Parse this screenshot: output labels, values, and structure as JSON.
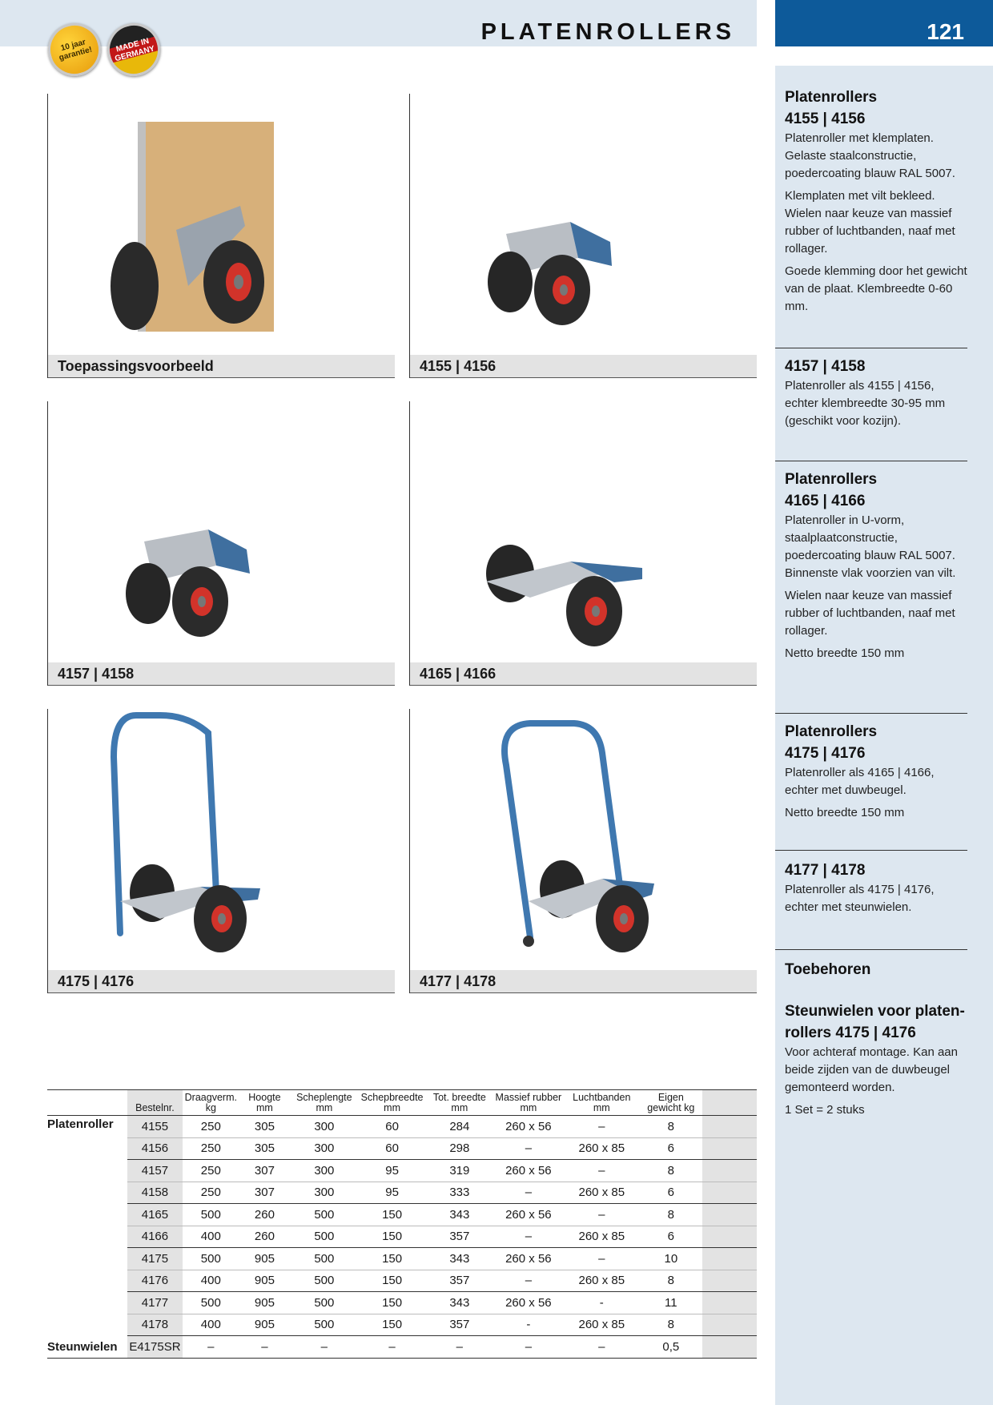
{
  "header": {
    "title": "PLATENROLLERS",
    "page_number": "121",
    "badges": {
      "warranty": "10 jaar garantie!",
      "origin": "MADE IN GERMANY"
    }
  },
  "panels": [
    {
      "caption": "Toepassingsvoorbeeld"
    },
    {
      "caption": "4155 | 4156"
    },
    {
      "caption": "4157 | 4158"
    },
    {
      "caption": "4165 | 4166"
    },
    {
      "caption": "4175 | 4176"
    },
    {
      "caption": "4177 | 4178"
    }
  ],
  "sidebar": {
    "b1": {
      "title": "Platenrollers",
      "subtitle": "4155 | 4156",
      "p1": "Platenroller met klemplaten. Gelaste staalconstructie, poedercoating blauw RAL 5007.",
      "p2": "Klemplaten met vilt bekleed. Wielen naar keuze van massief rubber of luchtbanden, naaf met rollager.",
      "p3": "Goede klemming door het gewicht van de plaat. Klembreedte 0-60 mm."
    },
    "b2": {
      "subtitle": "4157 | 4158",
      "p1": "Platenroller als 4155 | 4156, echter klembreedte 30-95 mm (geschikt voor kozijn)."
    },
    "b3": {
      "title": "Platenrollers",
      "subtitle": "4165 | 4166",
      "p1": "Platenroller in U-vorm, staalplaatconstructie, poedercoating blauw RAL 5007. Binnenste vlak voorzien van vilt.",
      "p2": "Wielen naar keuze van massief rubber of luchtbanden, naaf met rollager.",
      "p3": "Netto breedte 150 mm"
    },
    "b4": {
      "title": "Platenrollers",
      "subtitle": "4175 | 4176",
      "p1": "Platenroller als 4165 | 4166, echter met duwbeugel.",
      "p2": "Netto breedte 150 mm"
    },
    "b5": {
      "subtitle": "4177 | 4178",
      "p1": "Platenroller als 4175 | 4176, echter met steunwielen."
    },
    "b6": {
      "title": "Toebehoren",
      "subtitle1": "Steunwielen voor platen-",
      "subtitle2": "rollers 4175 | 4176",
      "p1": "Voor achteraf montage. Kan aan beide zijden van de duwbeugel gemonteerd worden.",
      "p2": "1 Set = 2 stuks"
    }
  },
  "table": {
    "headers": [
      {
        "l1": "Bestelnr.",
        "l2": ""
      },
      {
        "l1": "Draagverm.",
        "l2": "kg"
      },
      {
        "l1": "Hoogte",
        "l2": "mm"
      },
      {
        "l1": "Scheplengte",
        "l2": "mm"
      },
      {
        "l1": "Schepbreedte",
        "l2": "mm"
      },
      {
        "l1": "Tot. breedte",
        "l2": "mm"
      },
      {
        "l1": "Massief rubber",
        "l2": "mm"
      },
      {
        "l1": "Luchtbanden",
        "l2": "mm"
      },
      {
        "l1": "Eigen",
        "l2": "gewicht kg"
      }
    ],
    "groups": {
      "platenroller": "Platenroller",
      "steunwielen": "Steunwielen"
    },
    "rows": [
      [
        "4155",
        "250",
        "305",
        "300",
        "60",
        "284",
        "260 x 56",
        "–",
        "8"
      ],
      [
        "4156",
        "250",
        "305",
        "300",
        "60",
        "298",
        "–",
        "260 x 85",
        "6"
      ],
      [
        "4157",
        "250",
        "307",
        "300",
        "95",
        "319",
        "260 x 56",
        "–",
        "8"
      ],
      [
        "4158",
        "250",
        "307",
        "300",
        "95",
        "333",
        "–",
        "260 x 85",
        "6"
      ],
      [
        "4165",
        "500",
        "260",
        "500",
        "150",
        "343",
        "260 x 56",
        "–",
        "8"
      ],
      [
        "4166",
        "400",
        "260",
        "500",
        "150",
        "357",
        "–",
        "260 x 85",
        "6"
      ],
      [
        "4175",
        "500",
        "905",
        "500",
        "150",
        "343",
        "260 x 56",
        "–",
        "10"
      ],
      [
        "4176",
        "400",
        "905",
        "500",
        "150",
        "357",
        "–",
        "260 x 85",
        "8"
      ],
      [
        "4177",
        "500",
        "905",
        "500",
        "150",
        "343",
        "260 x 56",
        "-",
        "11"
      ],
      [
        "4178",
        "400",
        "905",
        "500",
        "150",
        "357",
        "-",
        "260 x 85",
        "8"
      ],
      [
        "E4175SR",
        "–",
        "–",
        "–",
        "–",
        "–",
        "–",
        "–",
        "0,5"
      ]
    ]
  }
}
